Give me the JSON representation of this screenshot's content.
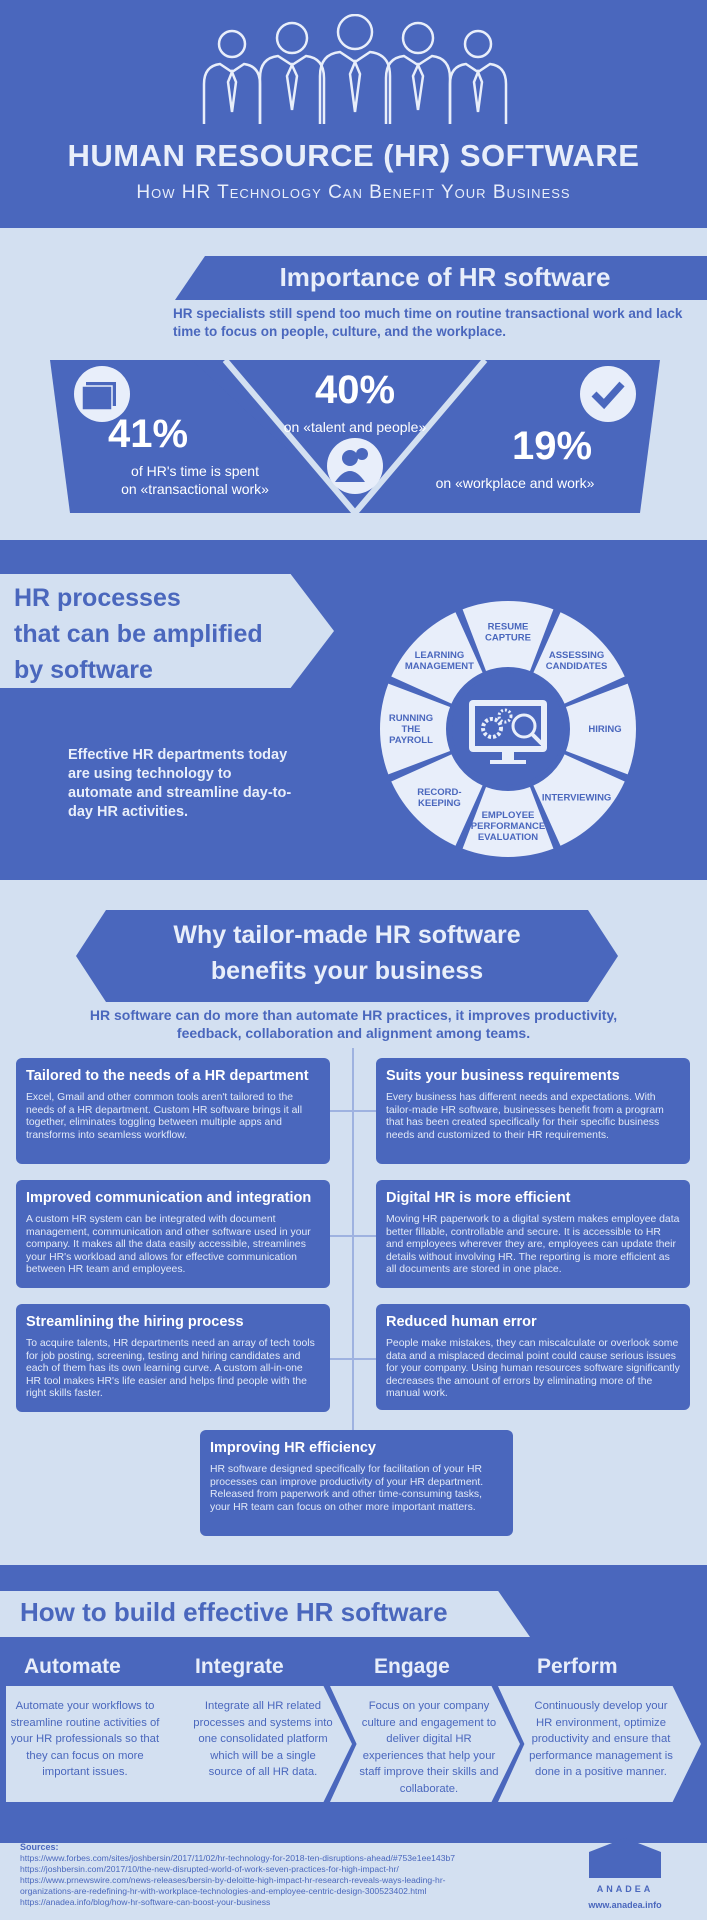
{
  "header": {
    "title": "HUMAN RESOURCE (HR) SOFTWARE",
    "subtitle": "How HR Technology Can Benefit Your Business"
  },
  "importance": {
    "title": "Importance of HR software",
    "description": "HR specialists still spend too much time on routine transactional work and lack time to focus on people, culture, and the workplace.",
    "stats": [
      {
        "value": "41%",
        "line1": "of HR's time is spent",
        "line2": "on «transactional work»"
      },
      {
        "value": "40%",
        "line1": "on «talent and people»",
        "line2": ""
      },
      {
        "value": "19%",
        "line1": "on «workplace and work»",
        "line2": ""
      }
    ]
  },
  "processes": {
    "title": [
      "HR processes",
      "that can be amplified",
      "by software"
    ],
    "description": "Effective HR departments today are using technology to automate and streamline day-to-day HR activities.",
    "wheel": [
      [
        "LEARNING",
        "MANAGEMENT"
      ],
      [
        "RESUME",
        "CAPTURE"
      ],
      [
        "ASSESSING",
        "CANDIDATES"
      ],
      [
        "HIRING"
      ],
      [
        "INTERVIEWING"
      ],
      [
        "EMPLOYEE",
        "PERFORMANCE",
        "EVALUATION"
      ],
      [
        "RECORD-",
        "KEEPING"
      ],
      [
        "RUNNING",
        "THE",
        "PAYROLL"
      ]
    ]
  },
  "why": {
    "title_line1": "Why tailor-made HR software",
    "title_line2": "benefits your business",
    "description": "HR software can do more than automate HR practices, it improves productivity, feedback, collaboration and alignment among teams.",
    "cards": [
      {
        "title": "Tailored to the needs of a HR department",
        "text": "Excel, Gmail and other common tools aren't tailored to the needs of a HR department. Custom HR software brings it all together, eliminates toggling between multiple apps and transforms into seamless workflow."
      },
      {
        "title": "Suits your business requirements",
        "text": "Every business has different needs and expectations. With tailor-made HR software, businesses benefit from a program that has been created specifically for their specific business needs and customized to their HR requirements."
      },
      {
        "title": "Improved communication and integration",
        "text": "A custom HR system can be integrated with document management, communication and other software used in your company. It makes all the data easily accessible, streamlines your HR's workload and allows for effective communication between HR team and employees."
      },
      {
        "title": "Digital HR is more efficient",
        "text": "Moving HR paperwork to a digital system makes employee data better fillable, controllable and secure. It is accessible to HR and employees wherever they are, employees can update their details without involving HR. The reporting is more efficient as all documents are stored in one place."
      },
      {
        "title": "Streamlining the hiring process",
        "text": "To acquire talents, HR departments need an array of tech tools for job posting, screening, testing and hiring candidates and each of them has its own learning curve. A custom all-in-one HR tool makes HR's life easier and helps find people with the right skills faster."
      },
      {
        "title": "Reduced human error",
        "text": "People make mistakes, they can miscalculate or overlook some data and a misplaced decimal point could cause serious issues for your company. Using human resources software significantly decreases the amount of errors by eliminating more of the manual work."
      },
      {
        "title": "Improving HR efficiency",
        "text": "HR software designed specifically for facilitation of your HR processes can improve productivity of your HR department. Released from paperwork and other time-consuming tasks, your HR team can focus on other more important matters."
      }
    ]
  },
  "build": {
    "title": "How to build effective HR software",
    "stages": [
      {
        "name": "Automate",
        "text": "Automate your workflows to streamline routine activities of your HR professionals so that they can focus on more important issues."
      },
      {
        "name": "Integrate",
        "text": "Integrate all HR related processes and systems into one consolidated platform which will be a single source of all HR data."
      },
      {
        "name": "Engage",
        "text": "Focus on your company culture and engagement to deliver digital HR experiences that help your staff improve their skills and collaborate."
      },
      {
        "name": "Perform",
        "text": "Continuously develop your HR environment, optimize productivity and ensure that performance management is done in a positive manner."
      }
    ]
  },
  "footer": {
    "sources_label": "Sources:",
    "sources": [
      "https://www.forbes.com/sites/joshbersin/2017/11/02/hr-technology-for-2018-ten-disruptions-ahead/#753e1ee143b7",
      "https://joshbersin.com/2017/10/the-new-disrupted-world-of-work-seven-practices-for-high-impact-hr/",
      "https://www.prnewswire.com/news-releases/bersin-by-deloitte-high-impact-hr-research-reveals-ways-leading-hr-",
      "organizations-are-redefining-hr-with-workplace-technologies-and-employee-centric-design-300523402.html",
      "https://anadea.info/blog/how-hr-software-can-boost-your-business"
    ],
    "brand": "ANADEA",
    "site": "www.anadea.info"
  },
  "colors": {
    "primary": "#4a67bd",
    "light": "#d3e0f1",
    "accent_line": "#9eb2e0"
  },
  "icons": [
    "businessman-icon",
    "folder-icon",
    "people-icon",
    "checkmark-icon",
    "monitor-gears-icon",
    "anadea-logo-icon"
  ]
}
